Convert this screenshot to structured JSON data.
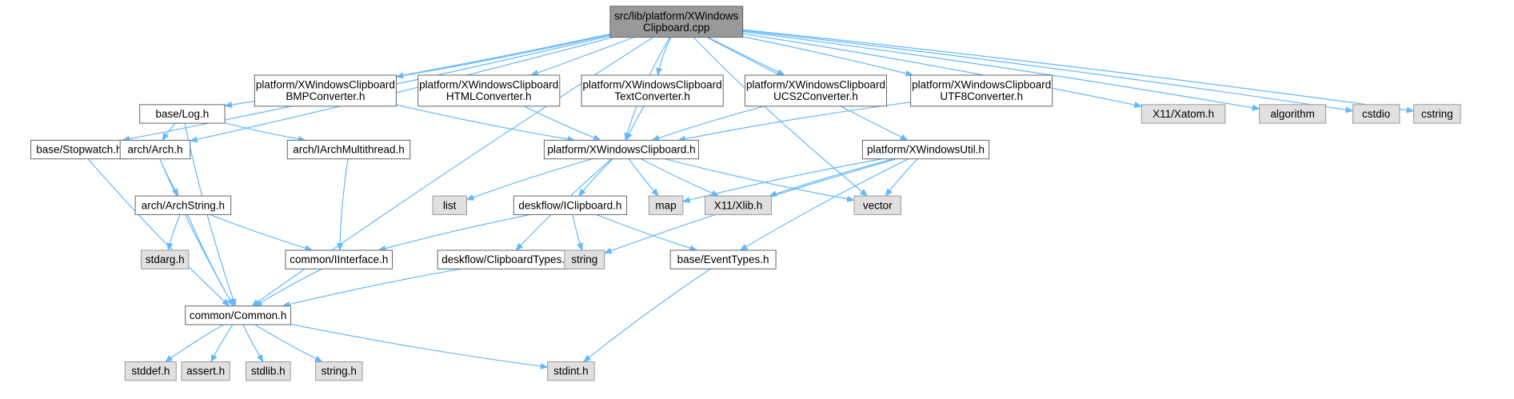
{
  "diagram": {
    "colors": {
      "edge": "#63b8ff",
      "root_fill": "#999999",
      "doc_fill": "#ffffff",
      "system_fill": "#e0e0e0",
      "border": "#666666"
    },
    "nodes": [
      {
        "id": "root",
        "lines": [
          "src/lib/platform/XWindows",
          "Clipboard.cpp"
        ],
        "kind": "root"
      },
      {
        "id": "log",
        "lines": [
          "base/Log.h"
        ],
        "kind": "doc"
      },
      {
        "id": "bmp",
        "lines": [
          "platform/XWindowsClipboard",
          "BMPConverter.h"
        ],
        "kind": "doc"
      },
      {
        "id": "html",
        "lines": [
          "platform/XWindowsClipboard",
          "HTMLConverter.h"
        ],
        "kind": "doc"
      },
      {
        "id": "text",
        "lines": [
          "platform/XWindowsClipboard",
          "TextConverter.h"
        ],
        "kind": "doc"
      },
      {
        "id": "ucs2",
        "lines": [
          "platform/XWindowsClipboard",
          "UCS2Converter.h"
        ],
        "kind": "doc"
      },
      {
        "id": "utf8",
        "lines": [
          "platform/XWindowsClipboard",
          "UTF8Converter.h"
        ],
        "kind": "doc"
      },
      {
        "id": "xatom",
        "lines": [
          "X11/Xatom.h"
        ],
        "kind": "sys"
      },
      {
        "id": "algorithm",
        "lines": [
          "algorithm"
        ],
        "kind": "sys"
      },
      {
        "id": "cstdio",
        "lines": [
          "cstdio"
        ],
        "kind": "sys"
      },
      {
        "id": "cstring",
        "lines": [
          "cstring"
        ],
        "kind": "sys"
      },
      {
        "id": "stopwatch",
        "lines": [
          "base/Stopwatch.h"
        ],
        "kind": "doc"
      },
      {
        "id": "arch",
        "lines": [
          "arch/Arch.h"
        ],
        "kind": "doc"
      },
      {
        "id": "iarchmt",
        "lines": [
          "arch/IArchMultithread.h"
        ],
        "kind": "doc"
      },
      {
        "id": "xclip",
        "lines": [
          "platform/XWindowsClipboard.h"
        ],
        "kind": "doc"
      },
      {
        "id": "xutil",
        "lines": [
          "platform/XWindowsUtil.h"
        ],
        "kind": "doc"
      },
      {
        "id": "archstring",
        "lines": [
          "arch/ArchString.h"
        ],
        "kind": "doc"
      },
      {
        "id": "list",
        "lines": [
          "list"
        ],
        "kind": "sys"
      },
      {
        "id": "iclip",
        "lines": [
          "deskflow/IClipboard.h"
        ],
        "kind": "doc"
      },
      {
        "id": "map",
        "lines": [
          "map"
        ],
        "kind": "sys"
      },
      {
        "id": "xlib",
        "lines": [
          "X11/Xlib.h"
        ],
        "kind": "sys"
      },
      {
        "id": "vector",
        "lines": [
          "vector"
        ],
        "kind": "sys"
      },
      {
        "id": "stdarg",
        "lines": [
          "stdarg.h"
        ],
        "kind": "sys"
      },
      {
        "id": "iinterface",
        "lines": [
          "common/IInterface.h"
        ],
        "kind": "doc"
      },
      {
        "id": "cliptypes",
        "lines": [
          "deskflow/ClipboardTypes.h"
        ],
        "kind": "doc"
      },
      {
        "id": "string",
        "lines": [
          "string"
        ],
        "kind": "sys"
      },
      {
        "id": "eventtypes",
        "lines": [
          "base/EventTypes.h"
        ],
        "kind": "doc"
      },
      {
        "id": "common",
        "lines": [
          "common/Common.h"
        ],
        "kind": "doc"
      },
      {
        "id": "stddef",
        "lines": [
          "stddef.h"
        ],
        "kind": "sys"
      },
      {
        "id": "assert",
        "lines": [
          "assert.h"
        ],
        "kind": "sys"
      },
      {
        "id": "stdlib",
        "lines": [
          "stdlib.h"
        ],
        "kind": "sys"
      },
      {
        "id": "stringh",
        "lines": [
          "string.h"
        ],
        "kind": "sys"
      },
      {
        "id": "stdint",
        "lines": [
          "stdint.h"
        ],
        "kind": "sys"
      }
    ],
    "edges": [
      [
        "root",
        "log"
      ],
      [
        "root",
        "bmp"
      ],
      [
        "root",
        "html"
      ],
      [
        "root",
        "text"
      ],
      [
        "root",
        "ucs2"
      ],
      [
        "root",
        "utf8"
      ],
      [
        "root",
        "xatom"
      ],
      [
        "root",
        "algorithm"
      ],
      [
        "root",
        "cstdio"
      ],
      [
        "root",
        "cstring"
      ],
      [
        "root",
        "stopwatch"
      ],
      [
        "root",
        "arch"
      ],
      [
        "root",
        "common"
      ],
      [
        "root",
        "xclip"
      ],
      [
        "root",
        "xutil"
      ],
      [
        "root",
        "vector"
      ],
      [
        "log",
        "arch"
      ],
      [
        "log",
        "iarchmt"
      ],
      [
        "log",
        "common"
      ],
      [
        "bmp",
        "xclip"
      ],
      [
        "html",
        "xclip"
      ],
      [
        "text",
        "xclip"
      ],
      [
        "ucs2",
        "xclip"
      ],
      [
        "utf8",
        "xclip"
      ],
      [
        "stopwatch",
        "common"
      ],
      [
        "arch",
        "archstring"
      ],
      [
        "arch",
        "common"
      ],
      [
        "iarchmt",
        "iinterface"
      ],
      [
        "archstring",
        "stdarg"
      ],
      [
        "archstring",
        "iinterface"
      ],
      [
        "archstring",
        "common"
      ],
      [
        "xclip",
        "list"
      ],
      [
        "xclip",
        "iclip"
      ],
      [
        "xclip",
        "map"
      ],
      [
        "xclip",
        "xlib"
      ],
      [
        "xclip",
        "vector"
      ],
      [
        "xclip",
        "cliptypes"
      ],
      [
        "xutil",
        "map"
      ],
      [
        "xutil",
        "xlib"
      ],
      [
        "xutil",
        "vector"
      ],
      [
        "xutil",
        "string"
      ],
      [
        "xutil",
        "eventtypes"
      ],
      [
        "iclip",
        "iinterface"
      ],
      [
        "iclip",
        "string"
      ],
      [
        "iclip",
        "eventtypes"
      ],
      [
        "iinterface",
        "common"
      ],
      [
        "cliptypes",
        "common"
      ],
      [
        "eventtypes",
        "stdint"
      ],
      [
        "common",
        "stddef"
      ],
      [
        "common",
        "assert"
      ],
      [
        "common",
        "stdlib"
      ],
      [
        "common",
        "stringh"
      ],
      [
        "common",
        "stdint"
      ]
    ]
  }
}
